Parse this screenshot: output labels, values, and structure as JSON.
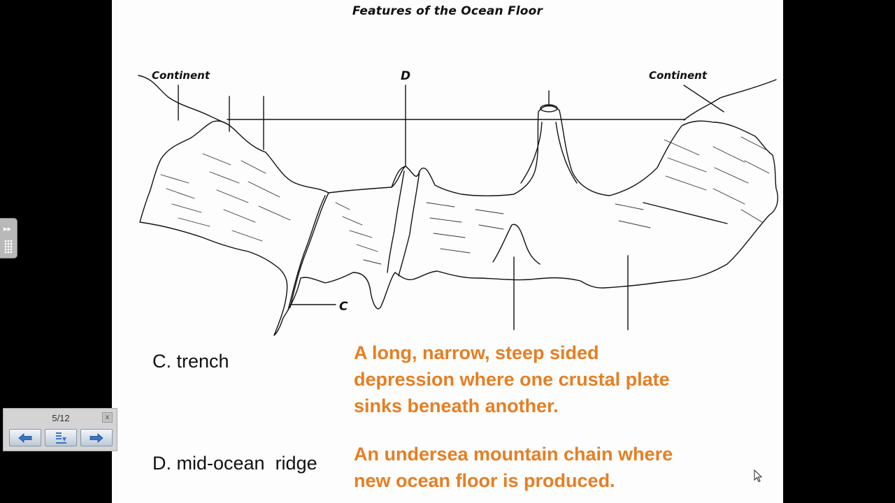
{
  "slide": {
    "title": "Features of the Ocean Floor",
    "diagram_labels": {
      "continent_left": "Continent",
      "continent_right": "Continent",
      "label_d": "D",
      "label_c": "C"
    },
    "terms": [
      {
        "term": "C. trench",
        "definition_lines": [
          "A  long, narrow, steep sided",
          "depression where one crustal plate",
          "sinks beneath another."
        ]
      },
      {
        "term": "D. mid-ocean  ridge",
        "definition_lines": [
          "An undersea mountain chain where",
          "new ocean floor is produced."
        ]
      }
    ],
    "definition_color": "#e67e22"
  },
  "navigator": {
    "count": "5/12",
    "close_label": "x",
    "buttons": [
      "previous-arrow-icon",
      "menu-icon",
      "next-arrow-icon"
    ]
  }
}
